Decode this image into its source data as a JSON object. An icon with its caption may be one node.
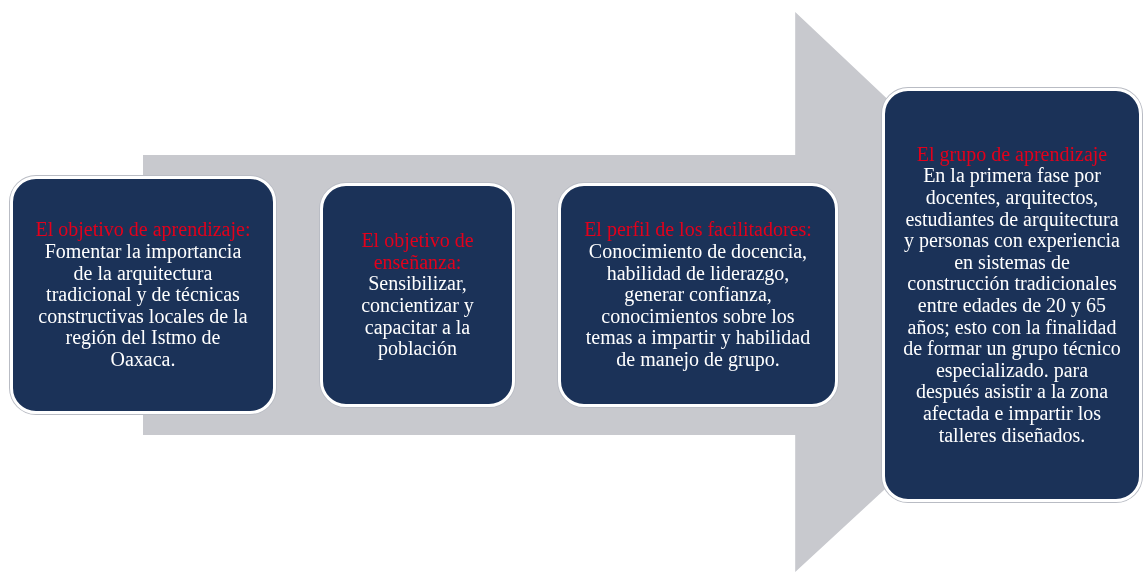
{
  "diagram": {
    "nodes": [
      {
        "text": [
          "El objetivo de aprendizaje:",
          "Fomentar la importancia de la arquitectura tradicional y de técnicas constructivas locales de la región del Istmo de Oaxaca."
        ]
      },
      {
        "text": [
          "El objetivo de enseñanza:",
          "Sensibilizar, concientizar y capacitar a la población"
        ]
      },
      {
        "text": [
          "El perfil de los facilitadores:",
          "Conocimiento de docencia, habilidad de liderazgo, generar confianza, conocimientos sobre los temas a impartir y habilidad de manejo de grupo."
        ]
      },
      {
        "text": [
          "El grupo de aprendizaje",
          "En la primera fase por docentes, arquitectos, estudiantes de arquitectura y personas con experiencia en sistemas de construcción tradicionales entre edades de 20 y 65 años; esto con la finalidad de formar un grupo técnico especializado. para después asistir a la zona afectada e impartir los talleres diseñados."
        ]
      }
    ],
    "edges": [
      {
        "from": 0,
        "to": 3,
        "arrow": "to"
      }
    ]
  }
}
